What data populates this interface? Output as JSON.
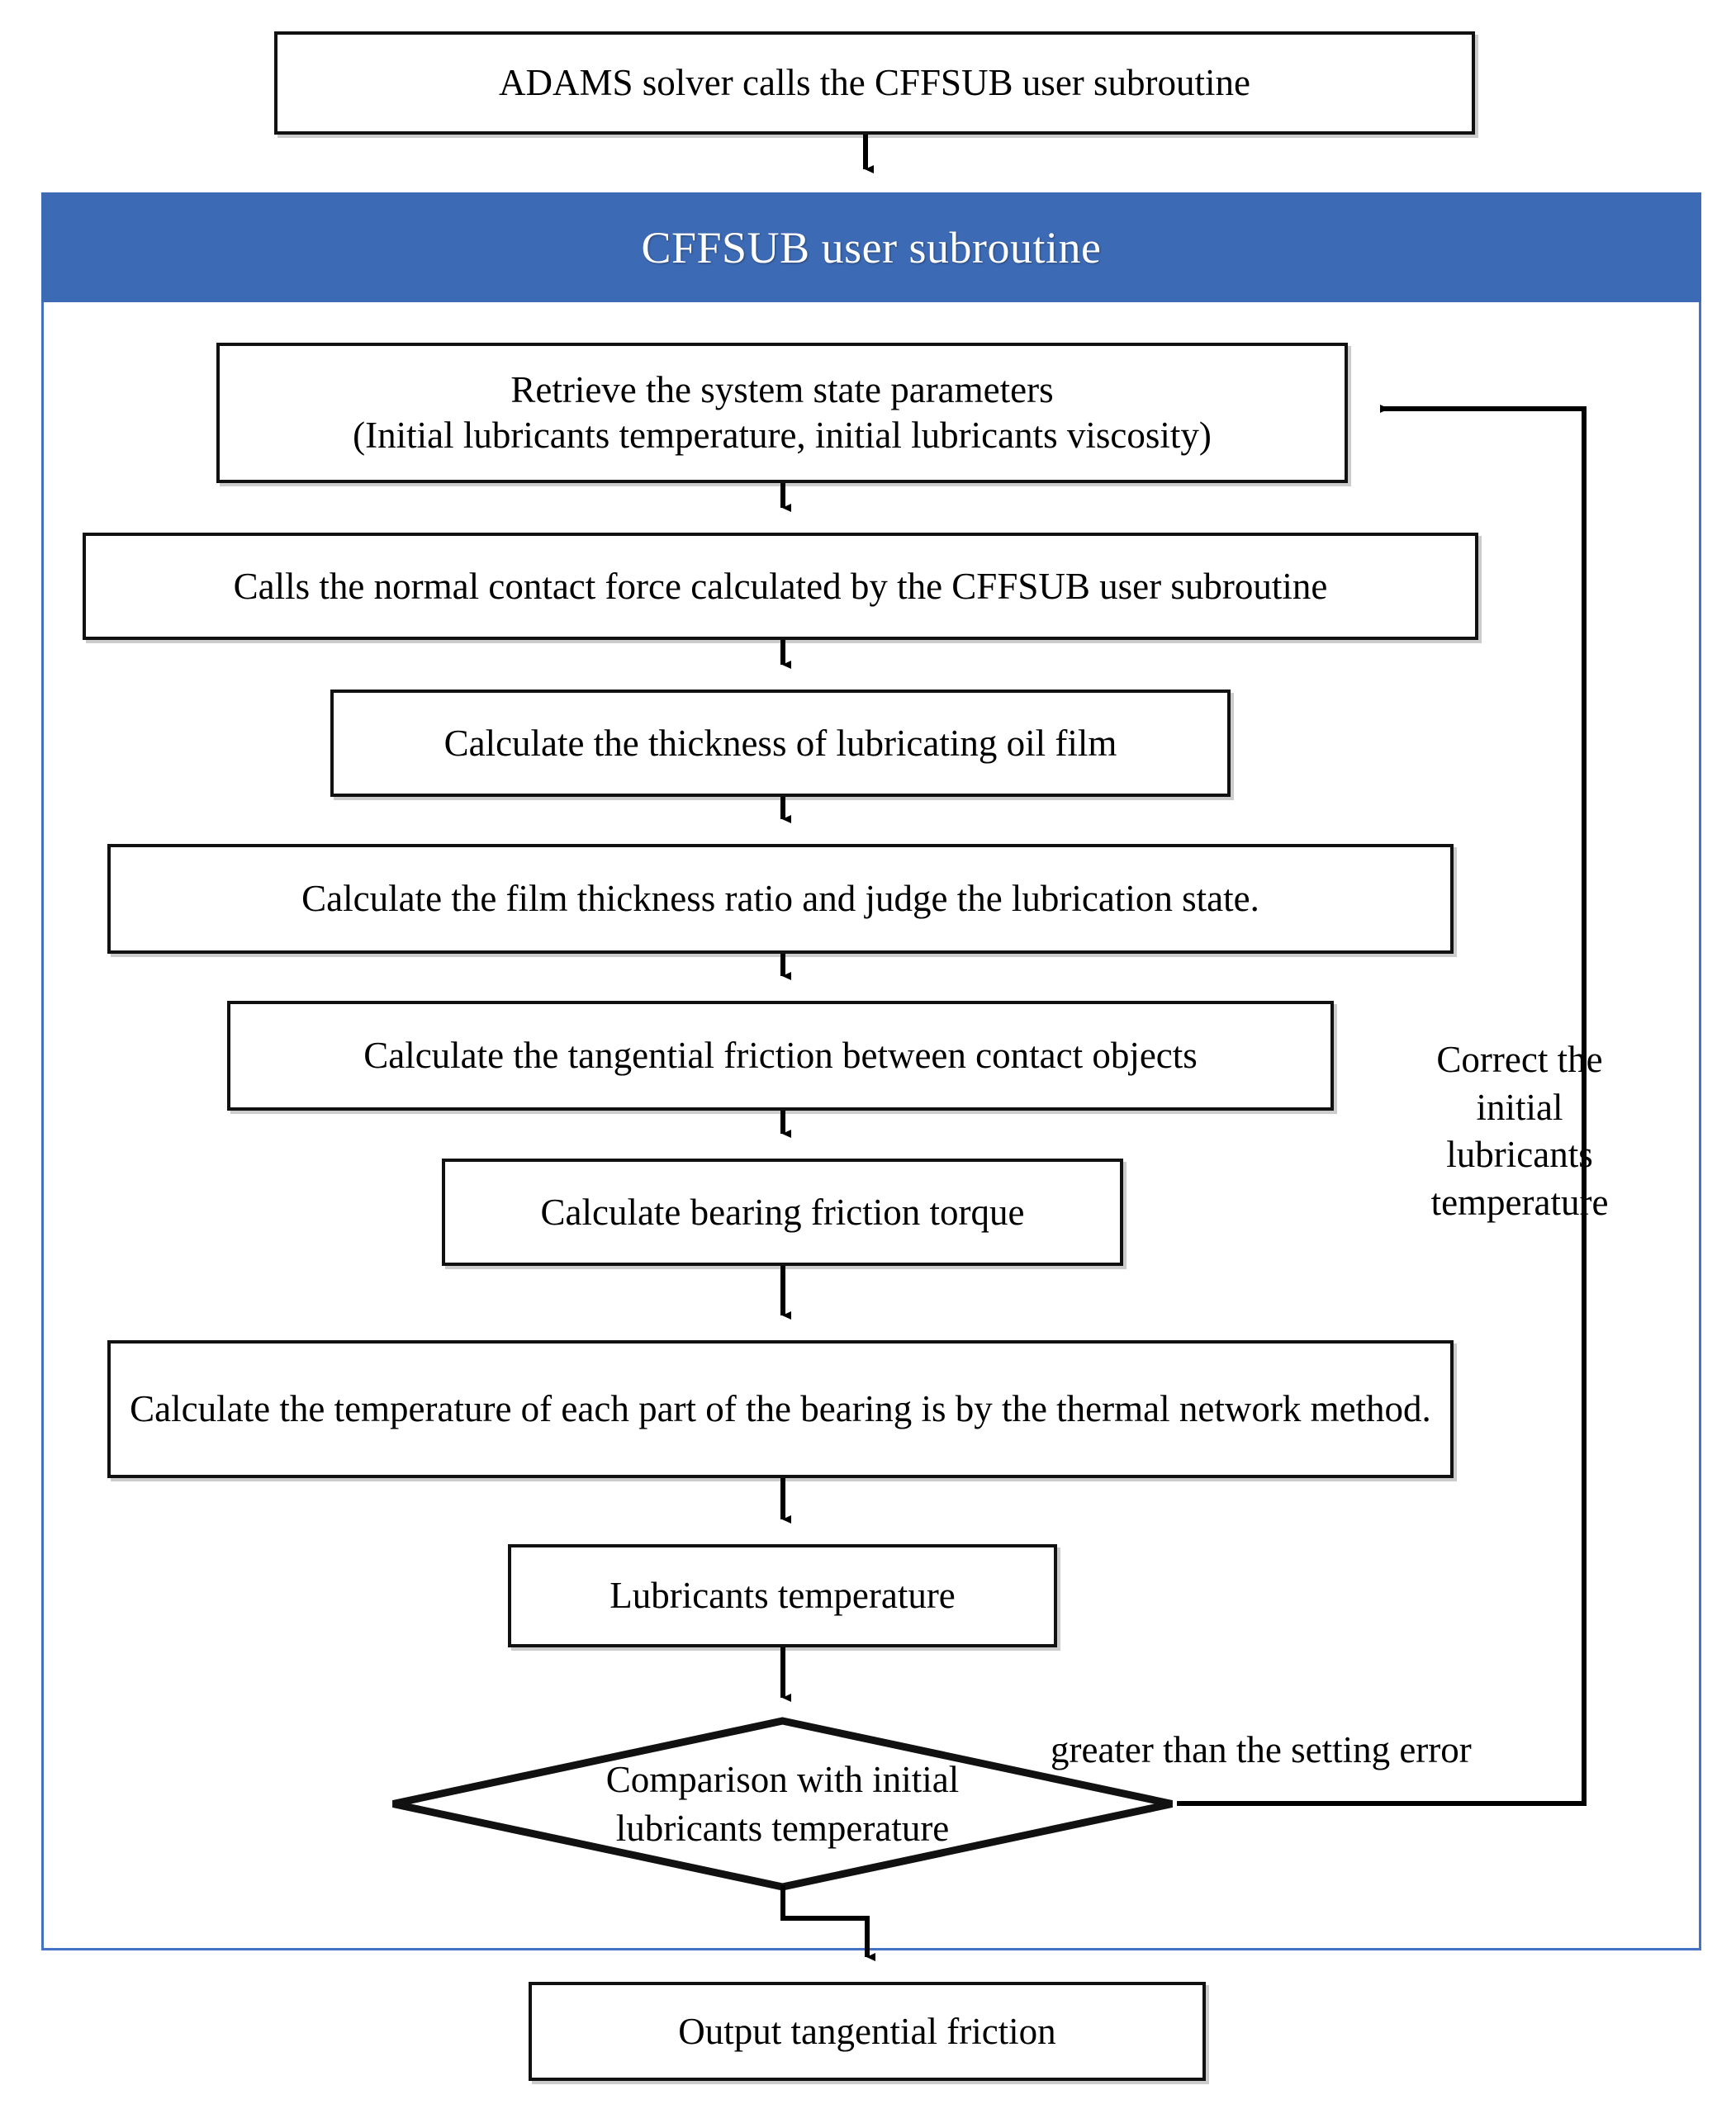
{
  "figure": {
    "type": "flowchart",
    "orientation": "top-to-bottom",
    "background": "#ffffff"
  },
  "colors": {
    "group_header_fill": "#3d6ab4",
    "group_border": "#4472c4",
    "node_border": "#111111",
    "node_fill": "#ffffff",
    "connector": "#000000",
    "header_text": "#ffffff",
    "body_text": "#000000"
  },
  "start_node": {
    "label": "ADAMS solver calls the CFFSUB user subroutine"
  },
  "group": {
    "header_label": "CFFSUB user subroutine"
  },
  "steps": [
    {
      "id": "retrieve",
      "label": "Retrieve the system state parameters\n(Initial lubricants temperature, initial lubricants viscosity)"
    },
    {
      "id": "normal-force",
      "label": "Calls the normal contact force calculated by the CFFSUB user subroutine"
    },
    {
      "id": "oil-film",
      "label": "Calculate the thickness of lubricating oil film"
    },
    {
      "id": "film-ratio",
      "label": "Calculate the film thickness ratio and judge the lubrication state."
    },
    {
      "id": "tangential",
      "label": "Calculate the tangential friction between contact objects"
    },
    {
      "id": "torque",
      "label": "Calculate bearing friction torque"
    },
    {
      "id": "thermal",
      "label": "Calculate the temperature of each part of the bearing is  by the thermal network method."
    },
    {
      "id": "lub-temp",
      "label": "Lubricants temperature"
    }
  ],
  "decision": {
    "id": "comparison",
    "label": "Comparison with initial\nlubricants temperature",
    "yes_branch_label": "greater than the setting error"
  },
  "feedback": {
    "label": "Correct the\ninitial\nlubricants\ntemperature"
  },
  "end_node": {
    "label": "Output tangential friction"
  }
}
